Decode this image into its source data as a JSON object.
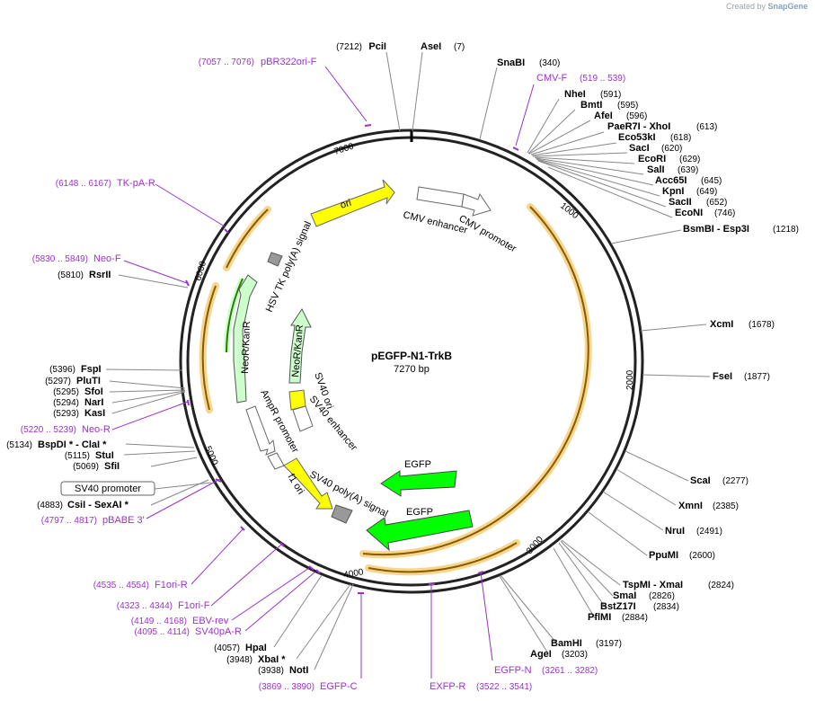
{
  "credit": {
    "prefix": "Created by",
    "brand": "SnapGene"
  },
  "title": "pEGFP-N1-TrkB",
  "size_label": "7270 bp",
  "ticks": [
    "1000",
    "2000",
    "3000",
    "4000",
    "5000",
    "6000",
    "7000"
  ],
  "sites": [
    {
      "name": "PciI",
      "pos": "(7212)"
    },
    {
      "name": "AseI",
      "pos": "(7)"
    },
    {
      "name": "SnaBI",
      "pos": "(340)"
    },
    {
      "name": "NheI",
      "pos": "(591)"
    },
    {
      "name": "BmtI",
      "pos": "(595)"
    },
    {
      "name": "AfeI",
      "pos": "(596)"
    },
    {
      "name": "PaeR7I - XhoI",
      "pos": "(613)"
    },
    {
      "name": "Eco53kI",
      "pos": "(618)"
    },
    {
      "name": "SacI",
      "pos": "(620)"
    },
    {
      "name": "EcoRI",
      "pos": "(629)"
    },
    {
      "name": "SalI",
      "pos": "(639)"
    },
    {
      "name": "Acc65I",
      "pos": "(645)"
    },
    {
      "name": "KpnI",
      "pos": "(649)"
    },
    {
      "name": "SacII",
      "pos": "(652)"
    },
    {
      "name": "EcoNI",
      "pos": "(746)"
    },
    {
      "name": "BsmBI - Esp3I",
      "pos": "(1218)"
    },
    {
      "name": "XcmI",
      "pos": "(1678)"
    },
    {
      "name": "FseI",
      "pos": "(1877)"
    },
    {
      "name": "ScaI",
      "pos": "(2277)"
    },
    {
      "name": "XmnI",
      "pos": "(2385)"
    },
    {
      "name": "NruI",
      "pos": "(2491)"
    },
    {
      "name": "PpuMI",
      "pos": "(2600)"
    },
    {
      "name": "TspMI - XmaI",
      "pos": "(2824)"
    },
    {
      "name": "SmaI",
      "pos": "(2826)"
    },
    {
      "name": "BstZ17I",
      "pos": "(2834)"
    },
    {
      "name": "PflMI",
      "pos": "(2884)"
    },
    {
      "name": "BamHI",
      "pos": "(3197)"
    },
    {
      "name": "AgeI",
      "pos": "(3203)"
    },
    {
      "name": "NotI",
      "pos": "(3938)"
    },
    {
      "name": "XbaI *",
      "pos": "(3948)"
    },
    {
      "name": "HpaI",
      "pos": "(4057)"
    },
    {
      "name": "CsiI - SexAI *",
      "pos": "(4883)"
    },
    {
      "name": "SfiI",
      "pos": "(5069)"
    },
    {
      "name": "StuI",
      "pos": "(5115)"
    },
    {
      "name": "BspDI * - ClaI *",
      "pos": "(5134)"
    },
    {
      "name": "KasI",
      "pos": "(5293)"
    },
    {
      "name": "NarI",
      "pos": "(5294)"
    },
    {
      "name": "SfoI",
      "pos": "(5295)"
    },
    {
      "name": "PluTI",
      "pos": "(5297)"
    },
    {
      "name": "FspI",
      "pos": "(5396)"
    },
    {
      "name": "RsrII",
      "pos": "(5810)"
    }
  ],
  "primers": [
    {
      "name": "pBR322ori-F",
      "range": "(7057 .. 7076)"
    },
    {
      "name": "CMV-F",
      "range": "(519 .. 539)"
    },
    {
      "name": "TK-pA-R",
      "range": "(6148 .. 6167)"
    },
    {
      "name": "Neo-F",
      "range": "(5830 .. 5849)"
    },
    {
      "name": "Neo-R",
      "range": "(5220 .. 5239)"
    },
    {
      "name": "pBABE 3'",
      "range": "(4797 .. 4817)"
    },
    {
      "name": "F1ori-R",
      "range": "(4535 .. 4554)"
    },
    {
      "name": "F1ori-F",
      "range": "(4323 .. 4344)"
    },
    {
      "name": "EBV-rev",
      "range": "(4149 .. 4168)"
    },
    {
      "name": "SV40pA-R",
      "range": "(4095 .. 4114)"
    },
    {
      "name": "EGFP-C",
      "range": "(3869 .. 3890)"
    },
    {
      "name": "EXFP-R",
      "range": "(3522 .. 3541)"
    },
    {
      "name": "EGFP-N",
      "range": "(3261 .. 3282)"
    }
  ],
  "boxed_feature": "SV40 promoter",
  "features": [
    {
      "name": "ori",
      "color": "#ffff00"
    },
    {
      "name": "CMV enhancer",
      "color": "#ffffff"
    },
    {
      "name": "CMV promoter",
      "color": "#ffffff"
    },
    {
      "name": "HSV TK poly(A) signal",
      "color": "#999999"
    },
    {
      "name": "NeoR/KanR",
      "color": "#ccffcc"
    },
    {
      "name": "NeoR/KanR",
      "color": "#ccffcc"
    },
    {
      "name": "SV40 ori",
      "color": "#ffff00"
    },
    {
      "name": "SV40 enhancer",
      "color": "#ffffff"
    },
    {
      "name": "AmpR promoter",
      "color": "#ffffff"
    },
    {
      "name": "f1 ori",
      "color": "#ffff00"
    },
    {
      "name": "SV40 poly(A) signal",
      "color": "#999999"
    },
    {
      "name": "EGFP",
      "color": "#00ff00"
    },
    {
      "name": "EGFP",
      "color": "#00ff00"
    }
  ],
  "colors": {
    "primer": "#9933cc",
    "orf_fill": "#f5d68c",
    "orf_core": "#8b5a00"
  }
}
